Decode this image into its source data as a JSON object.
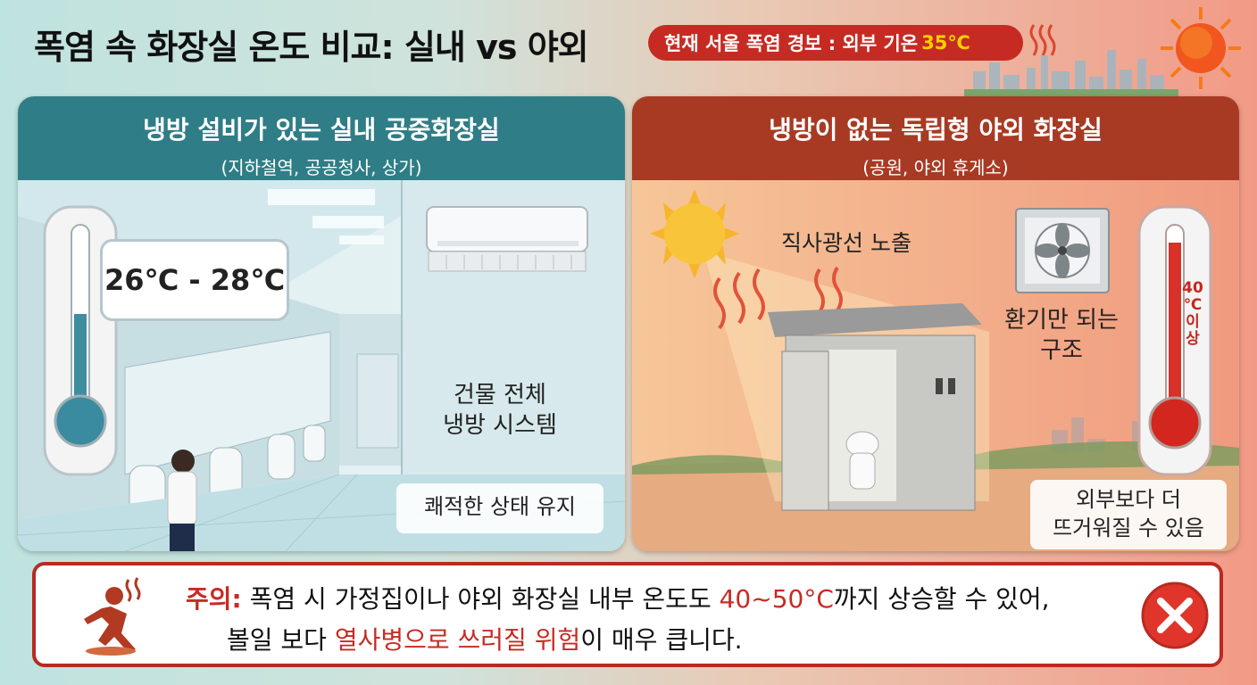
{
  "title": "폭염 속 화장실 온도 비교: 실내 vs 야외",
  "alert": {
    "text": "현재 서울 폭염 경보 : 외부 기온 ",
    "temp": "35℃"
  },
  "left_panel": {
    "title": "냉방 설비가 있는 실내 공중화장실",
    "subtitle": "(지하철역, 공공청사, 상가)",
    "temp_range": "26℃ - 28℃",
    "ac_label_1": "건물 전체",
    "ac_label_2": "냉방 시스템",
    "comfort_label": "쾌적한 상태 유지"
  },
  "right_panel": {
    "title": "냉방이 없는 독립형 야외 화장실",
    "subtitle": "(공원, 야외 휴게소)",
    "sunlight_label": "직사광선 노출",
    "vent_label_1": "환기만 되는",
    "vent_label_2": "구조",
    "thermo_text_1": "40",
    "thermo_text_2": "℃",
    "thermo_text_3": "이",
    "thermo_text_4": "상",
    "hotter_label_1": "외부보다 더",
    "hotter_label_2": "뜨거워질 수 있음"
  },
  "warning": {
    "prefix": "주의:",
    "line1_a": " 폭염 시 가정집이나 야외 화장실 내부 온도도 ",
    "line1_temp": "40~50°C",
    "line1_b": "까지 상승할 수 있어,",
    "line2_a": "볼일 보다 ",
    "line2_red": "열사병으로 쓰러질 위험",
    "line2_b": "이 매우 큽니다."
  },
  "colors": {
    "alert_red": "#c62b23",
    "alert_yellow": "#ffd000",
    "left_header": "#2f7d86",
    "right_header": "#a83a24"
  },
  "icons": [
    "heat-wave-icon",
    "sun-icon",
    "thermometer-icon",
    "air-conditioner-icon",
    "ventilation-fan-icon",
    "fainting-person-icon",
    "close-icon"
  ]
}
